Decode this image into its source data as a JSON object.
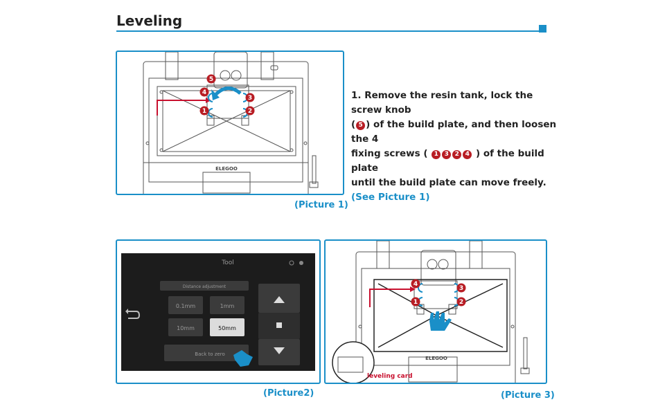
{
  "heading": "Leveling",
  "instruction": {
    "step_prefix": "1. Remove the resin tank, lock the screw knob",
    "knob_paren_open": "(",
    "knob_badge": "5",
    "knob_paren_close": ") of the build plate, and then loosen the 4",
    "screws_prefix": "fixing screws (",
    "screw_badges": [
      "1",
      "3",
      "2",
      "4"
    ],
    "screws_suffix": ") of the build plate",
    "step_end": "until the build plate can move freely.",
    "see_link": "(See Picture 1)"
  },
  "pictures": {
    "p1_caption": "(Picture 1)",
    "p2_caption": "(Picture2)",
    "p3_caption": "(Picture 3)"
  },
  "printer": {
    "brand": "ELEGOO",
    "badges": [
      "1",
      "2",
      "3",
      "4",
      "5"
    ]
  },
  "screen": {
    "title": "Tool",
    "panel_title": "Distance adjustment",
    "steps": [
      "0.1mm",
      "1mm",
      "10mm",
      "50mm"
    ],
    "selected_step": "50mm",
    "home_label": "Back to zero"
  },
  "leveling_card_label": "leveling card",
  "colors": {
    "accent": "#1a8fc8",
    "badge": "#b81d24",
    "arrow_red": "#c8102e",
    "hand": "#1a8fc8",
    "screen_bg": "#1c1c1c"
  }
}
